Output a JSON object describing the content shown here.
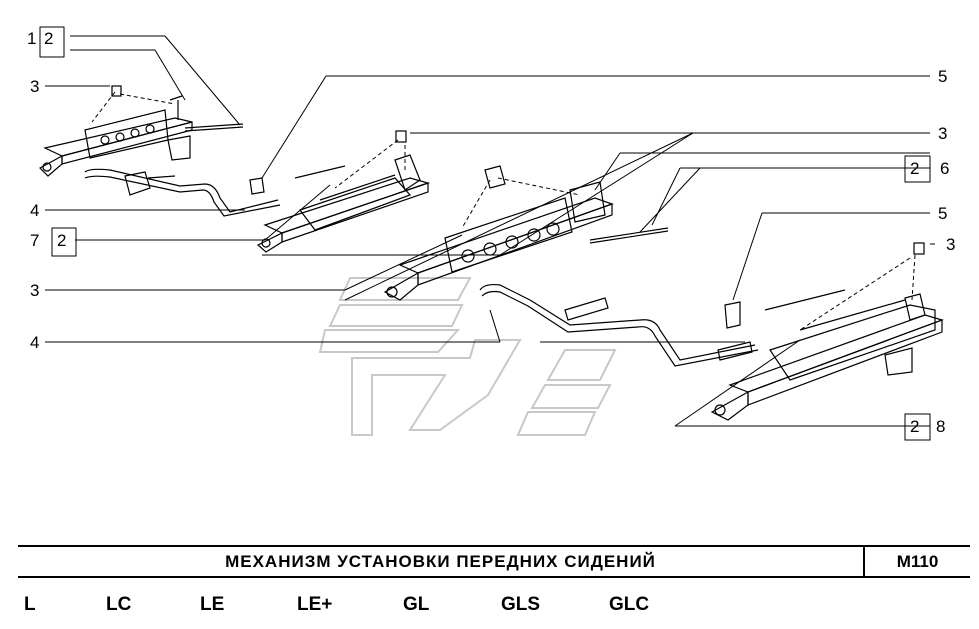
{
  "callouts": {
    "c1": "1",
    "c2a": "2",
    "c3a": "3",
    "c4a": "4",
    "c7": "7",
    "c2b": "2",
    "c3b": "3",
    "c4b": "4",
    "c5a": "5",
    "c3c": "3",
    "c2c": "2",
    "c6": "6",
    "c5b": "5",
    "c3d": "3",
    "c2d": "2",
    "c8": "8"
  },
  "title": "МЕХАНИЗМ  УСТАНОВКИ  ПЕРЕДНИХ  СИДЕНИЙ",
  "code": "M110",
  "versions": [
    "L",
    "LC",
    "LE",
    "LE+",
    "GL",
    "GLS",
    "GLC"
  ],
  "colors": {
    "line": "#000000",
    "background": "#ffffff",
    "watermark": "#c8c8c8"
  }
}
